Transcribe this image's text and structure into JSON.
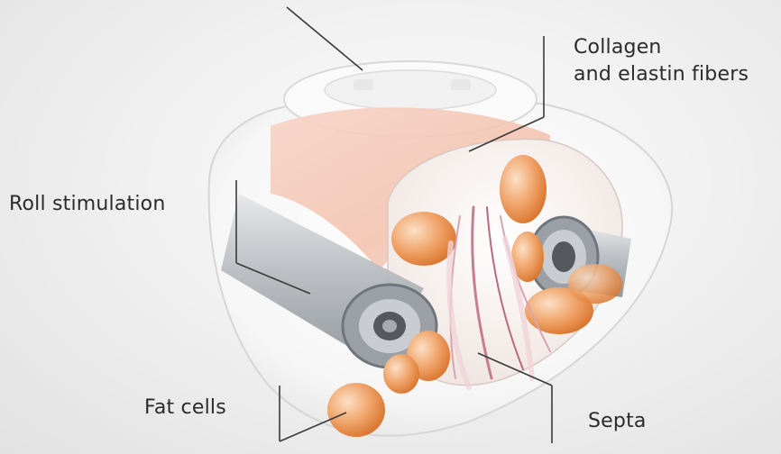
{
  "labels": {
    "collagen_line1": "Collagen",
    "collagen_line2": "and elastin fibers",
    "roll_stimulation": "Roll stimulation",
    "fat_cells": "Fat cells",
    "septa": "Septa"
  },
  "colors": {
    "background": "#efefef",
    "shell": "#fdfdfd",
    "skin_tint": "#f3c7b6",
    "fat_cell": "#e98d4f",
    "roller": "#b4b8bd",
    "leader_line": "#3a3a3a",
    "label_text": "#2b2b2b"
  }
}
